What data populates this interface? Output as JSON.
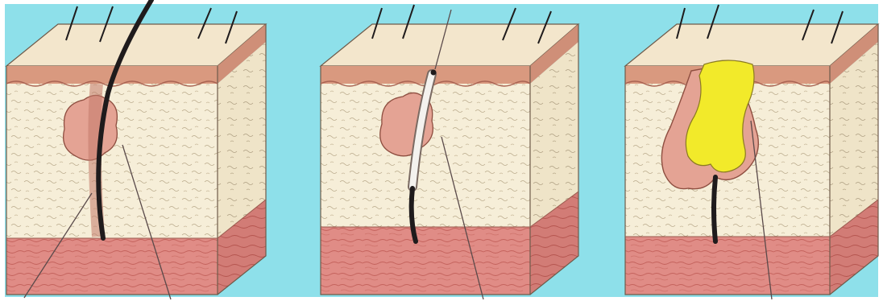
{
  "illustration": {
    "panels": [
      {
        "id": "panel-1",
        "stage": "normal-hair-follicle"
      },
      {
        "id": "panel-2",
        "stage": "follicle-plugged-with-sebum"
      },
      {
        "id": "panel-3",
        "stage": "sebum-filled-pimple"
      }
    ]
  },
  "colors": {
    "background": "#8ee0ea",
    "skin_surface": "#f3e6cc",
    "epidermis_band": "#d9997f",
    "dermis": "#f6eed8",
    "subcutis": "#e08c86",
    "subcutis_dark": "#d27c76",
    "hair": "#1f1b1c",
    "sebaceous_gland": "#e4a394",
    "sebum": "#f2ea2a"
  }
}
